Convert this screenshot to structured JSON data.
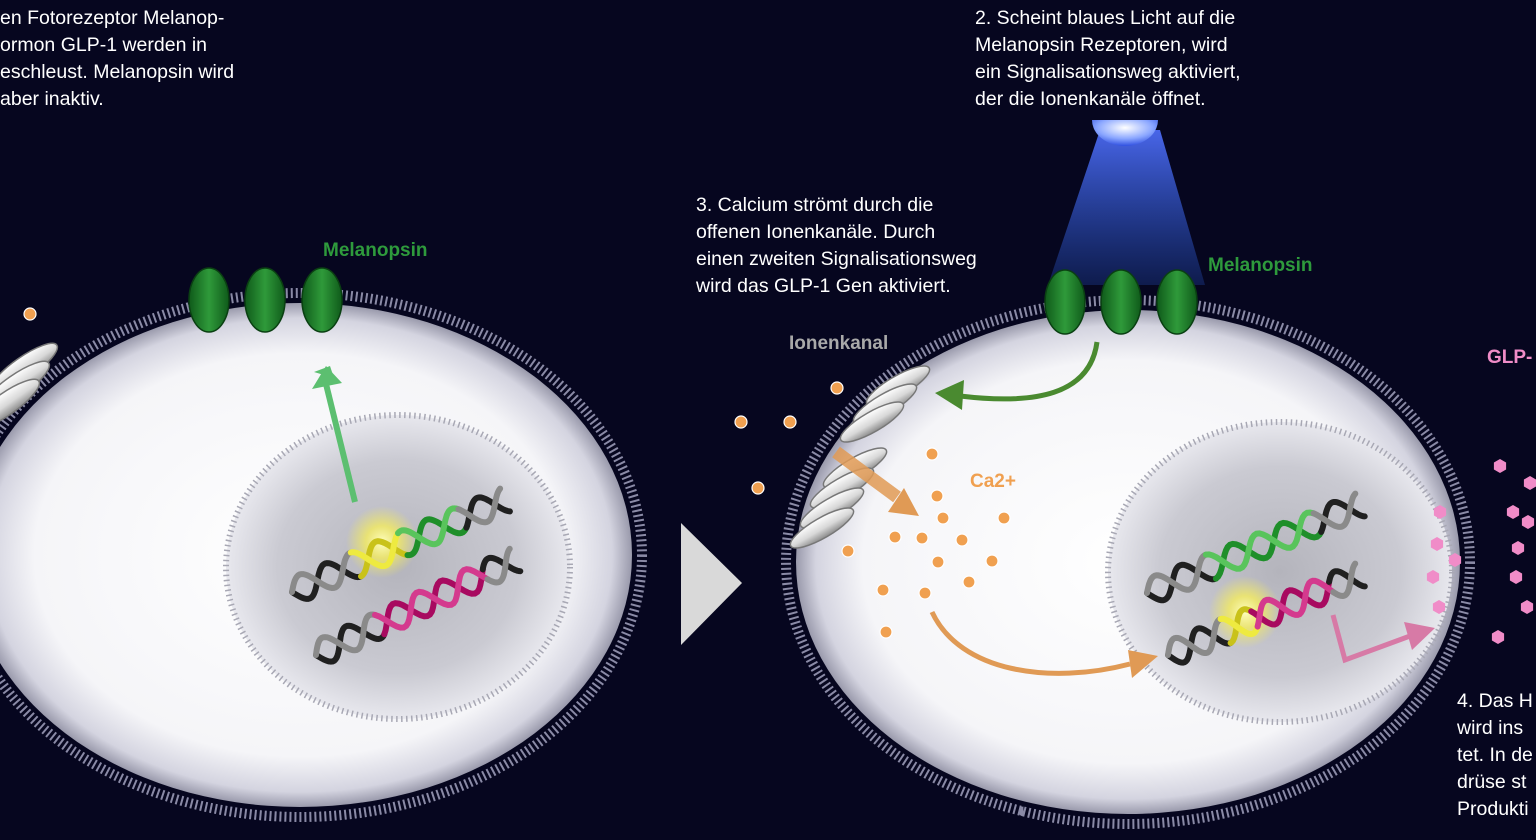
{
  "steps": {
    "step1": "en Fotorezeptor Melanop-\normon GLP-1 werden in\neschleust. Melanopsin wird\naber inaktiv.",
    "step2": "2. Scheint blaues Licht auf die\nMelanopsin Rezeptoren, wird\nein Signalisationsweg aktiviert,\nder die Ionenkanäle öffnet.",
    "step3": "3. Calcium strömt durch die\noffenen Ionenkanäle. Durch\neinen zweiten Signalisationsweg\nwird das GLP-1 Gen aktiviert.",
    "step4": "4. Das H\nwird ins\ntet. In de\ndrüse st\nProdukti"
  },
  "labels": {
    "melanopsin_left": "Melanopsin",
    "melanopsin_right": "Melanopsin",
    "ionenkanal": "Ionenkanal",
    "ca": "Ca2+",
    "glp": "GLP-"
  },
  "colors": {
    "background": "#06061f",
    "melanopsin": "#2e9a3c",
    "ionenkanal_label": "#a9a9a9",
    "calcium": "#f0a050",
    "glp": "#f08cc8",
    "blue_light": "#3c78ff",
    "gene_active": "#1f8f2a",
    "gene_glp": "#c8107a",
    "gene_promoter": "#e8e020"
  }
}
